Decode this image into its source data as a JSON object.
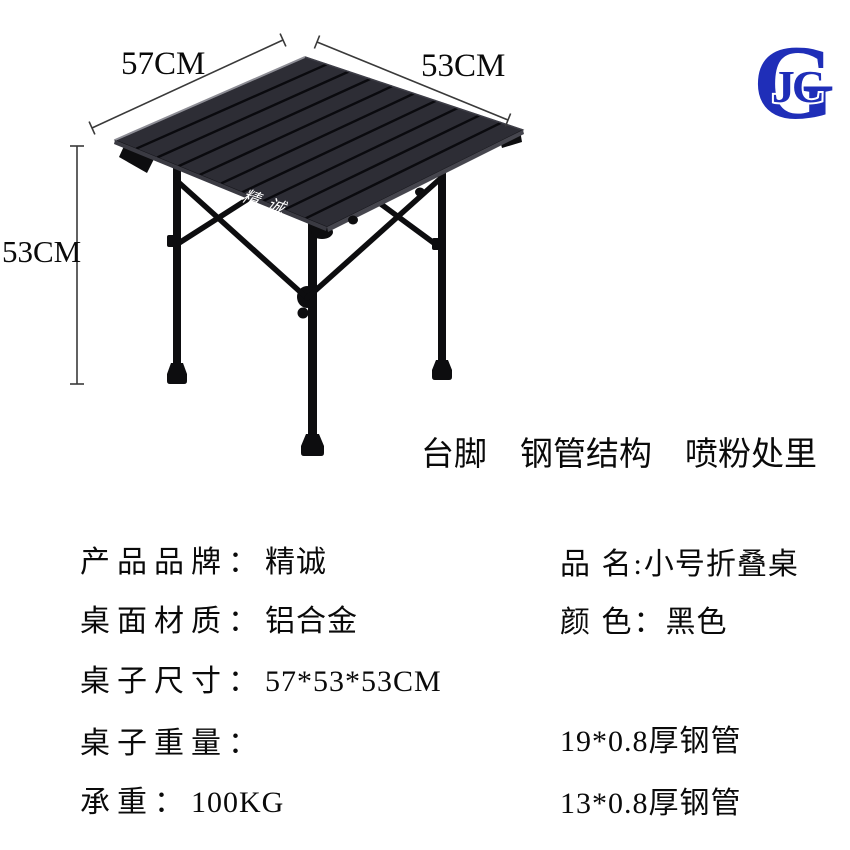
{
  "brand_logo": {
    "monogram_outer": "G",
    "monogram_inner": "JC",
    "color": "#1f2eb8"
  },
  "dimension_labels": {
    "top_left_width": "57CM",
    "top_right_depth": "53CM",
    "left_height": "53CM"
  },
  "table_photo": {
    "watermark": "精诚",
    "top_color": "#2d2d35",
    "frame_color": "#0d0d0f"
  },
  "caption": {
    "text": "台脚　钢管结构　喷粉处里"
  },
  "specs": {
    "left": [
      {
        "label": "产品品牌：",
        "value": "精诚"
      },
      {
        "label": "桌面材质：",
        "value": "铝合金"
      },
      {
        "label": "桌子尺寸：",
        "value": "57*53*53CM"
      },
      {
        "label": "桌子重量：",
        "value": ""
      },
      {
        "label": "承重：",
        "value": "100KG"
      }
    ],
    "right": [
      {
        "label": "品 名:",
        "value": "小号折叠桌"
      },
      {
        "label": "颜 色：",
        "value": "黑色"
      },
      {
        "label": "",
        "value": "19*0.8厚钢管"
      },
      {
        "label": "",
        "value": "13*0.8厚钢管"
      }
    ]
  }
}
